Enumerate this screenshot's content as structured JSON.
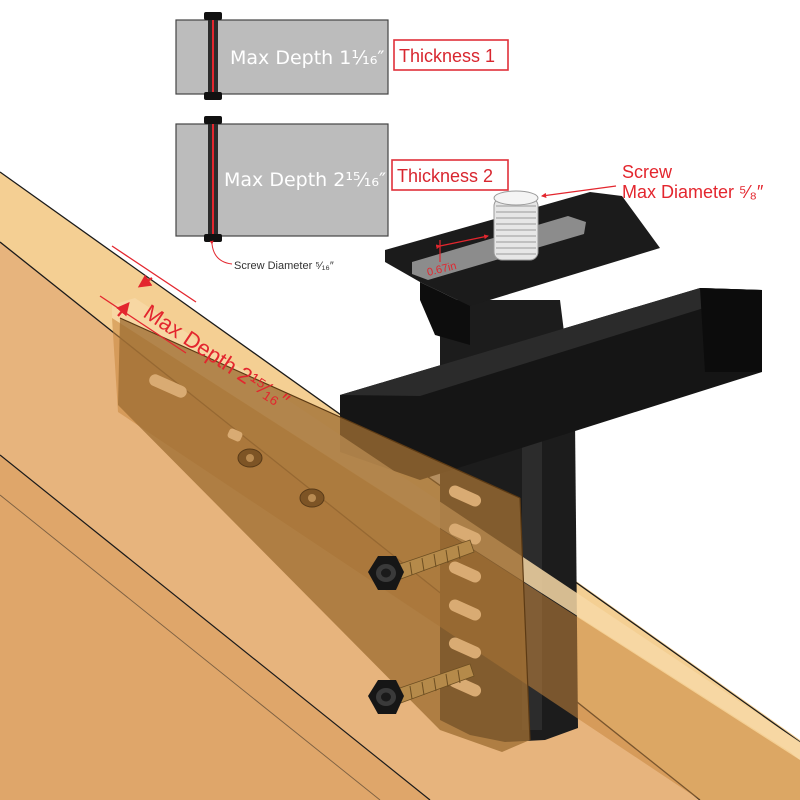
{
  "colors": {
    "accent_red": "#e3262e",
    "wood_light": "#f3cc8e",
    "wood_mid": "#e0a86e",
    "bracket_black": "#141414",
    "plate_brown": "#9a6a30",
    "panel_gray": "#bcbcbc"
  },
  "panels": [
    {
      "label": "Max Depth 1¹⁄₁₆″",
      "callout": "Thickness 1"
    },
    {
      "label": "Max Depth 2¹⁵⁄₁₆″",
      "callout": "Thickness 2"
    }
  ],
  "screw_diameter_note": "Screw Diameter ⁵⁄₁₆″",
  "screw_callout": {
    "line1": "Screw",
    "line2": "Max Diameter ⁵⁄₈″"
  },
  "slot_measure": "0.67in",
  "board_depth_label": "Max Depth 2¹⁵⁄₁₆″",
  "icons": [
    "bolt-icon",
    "hex-nut-icon",
    "arrow-icon"
  ]
}
